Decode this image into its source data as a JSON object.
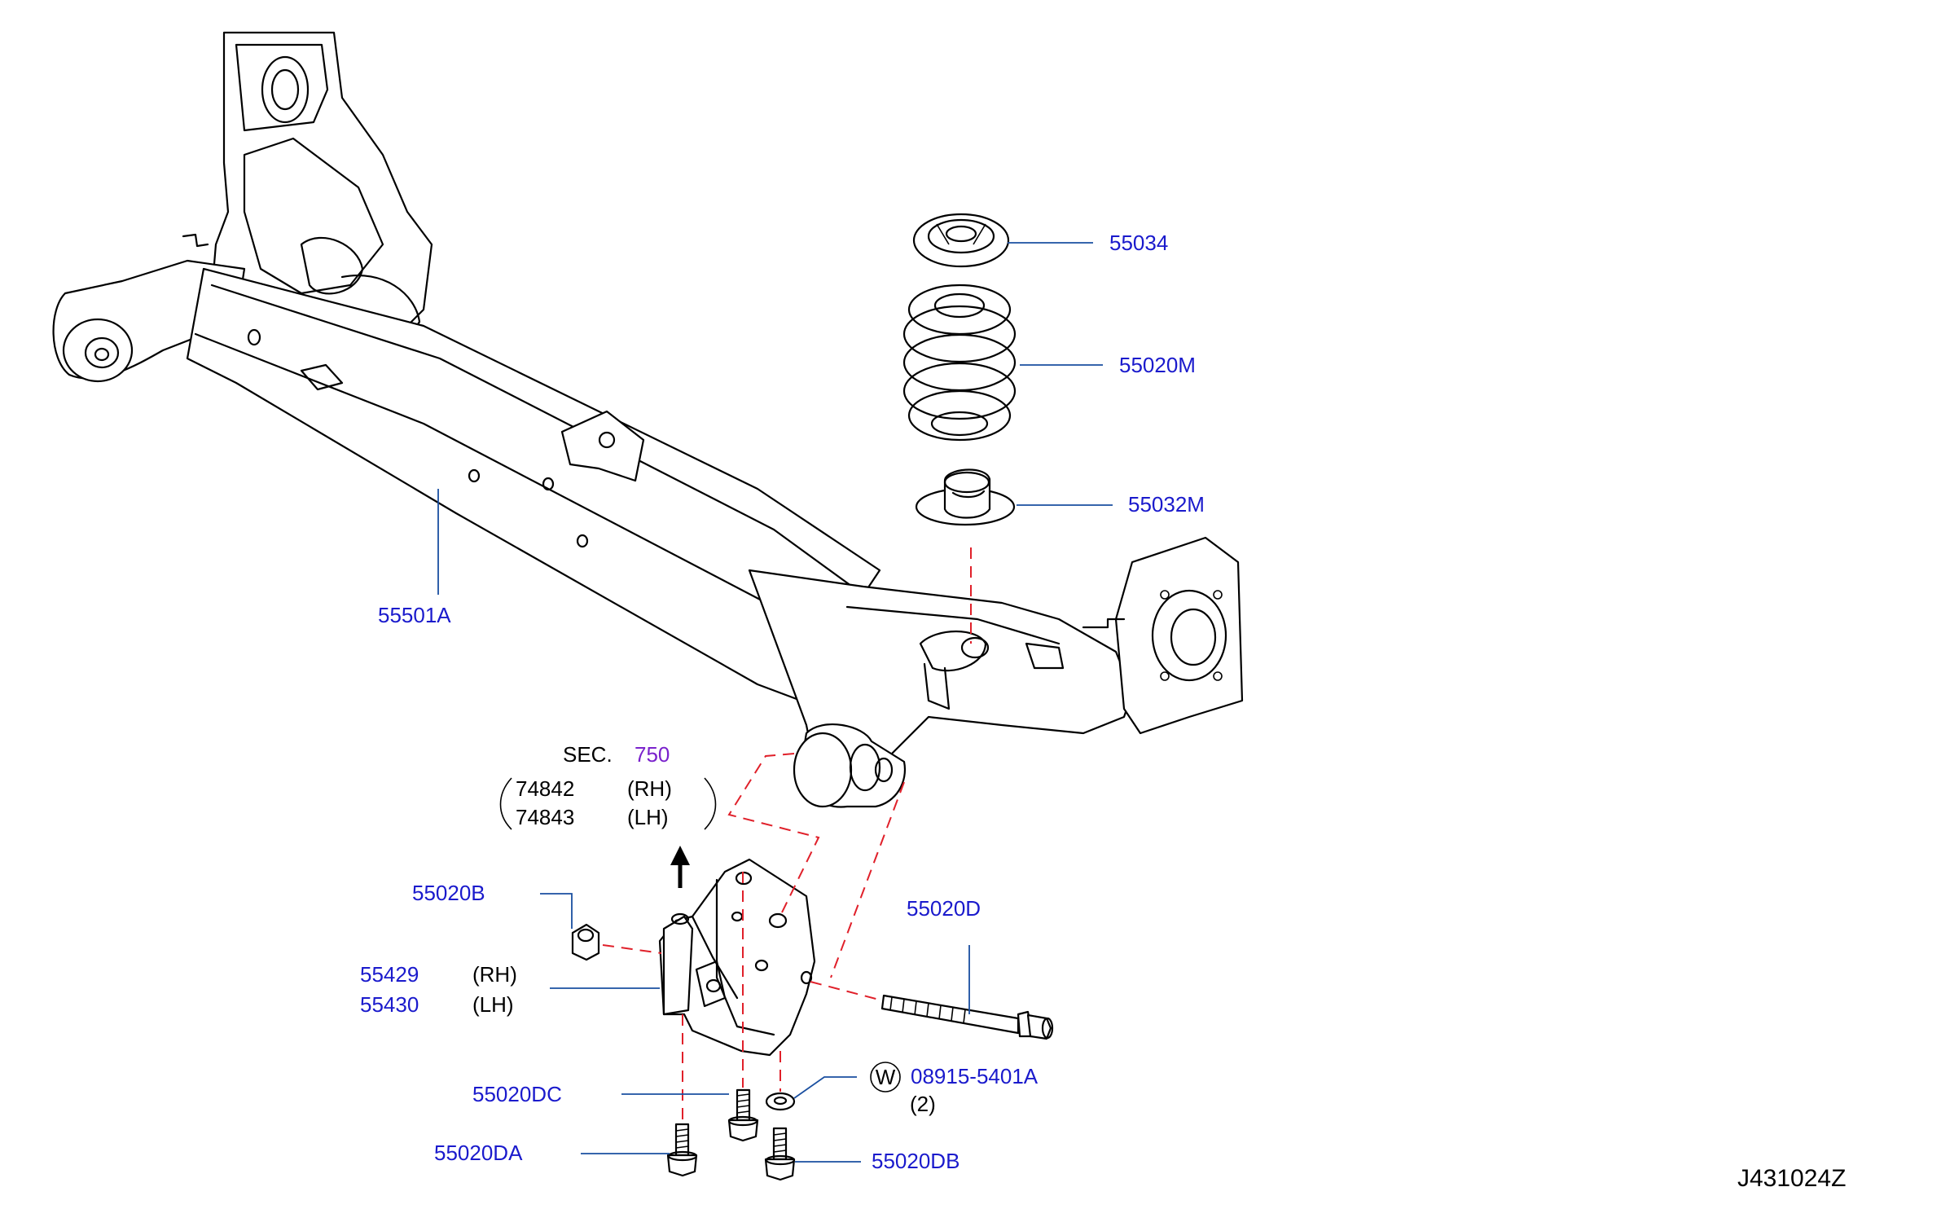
{
  "colors": {
    "part_number": "#1a1acc",
    "section_ref": "#7a22cc",
    "leader": "#1a4fa0",
    "centerline": "#e0202a",
    "text": "#000000"
  },
  "parts": {
    "spring_seat_upper": "55034",
    "coil_spring": "55020M",
    "spring_seat_lower": "55032M",
    "rear_axle_beam": "55501A",
    "bracket_nut": "55020B",
    "bracket_rh": "55429",
    "bracket_lh": "55430",
    "bracket_rh_side": "(RH)",
    "bracket_lh_side": "(LH)",
    "through_bolt": "55020D",
    "bolt_dc": "55020DC",
    "bolt_da": "55020DA",
    "bolt_db": "55020DB",
    "washer_number": "08915-5401A",
    "washer_symbol": "W",
    "washer_qty": "(2)"
  },
  "section_ref": {
    "prefix": "SEC.",
    "number": "750",
    "item_rh": "74842",
    "item_lh": "74843",
    "side_rh": "(RH)",
    "side_lh": "(LH)"
  },
  "drawing_id": "J431024Z"
}
